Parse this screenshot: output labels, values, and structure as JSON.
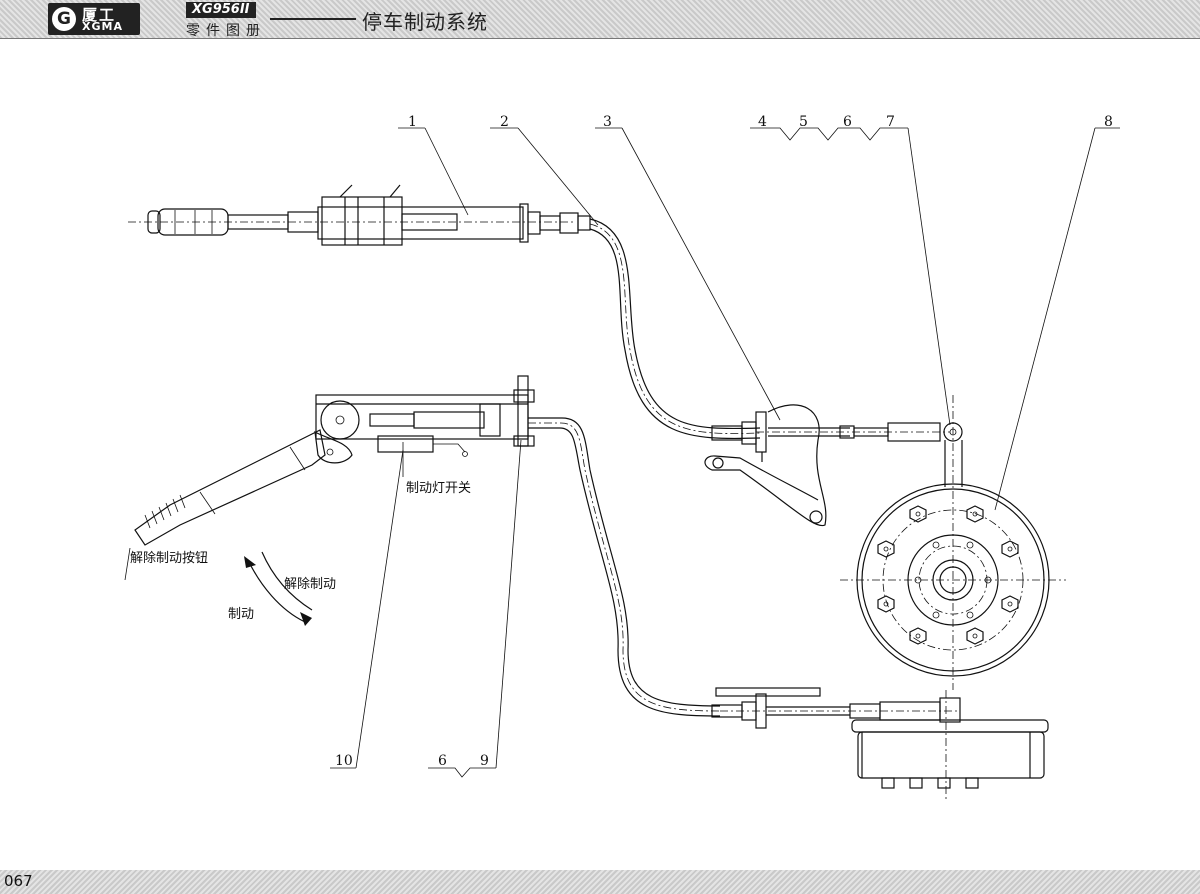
{
  "header": {
    "brand_cn": "厦工",
    "brand_en": "XGMA",
    "model": "XG956II",
    "catalog": "零件图册",
    "title": "停车制动系统"
  },
  "footer": {
    "page_number": "067"
  },
  "callouts": {
    "c1": "1",
    "c2": "2",
    "c3": "3",
    "c4": "4",
    "c5": "5",
    "c6": "6",
    "c7": "7",
    "c8": "8",
    "c6b": "6",
    "c9": "9",
    "c10": "10"
  },
  "annotations": {
    "release_button": "解除制动按钮",
    "brake_light_switch": "制动灯开关",
    "release_brake": "解除制动",
    "brake": "制动"
  }
}
